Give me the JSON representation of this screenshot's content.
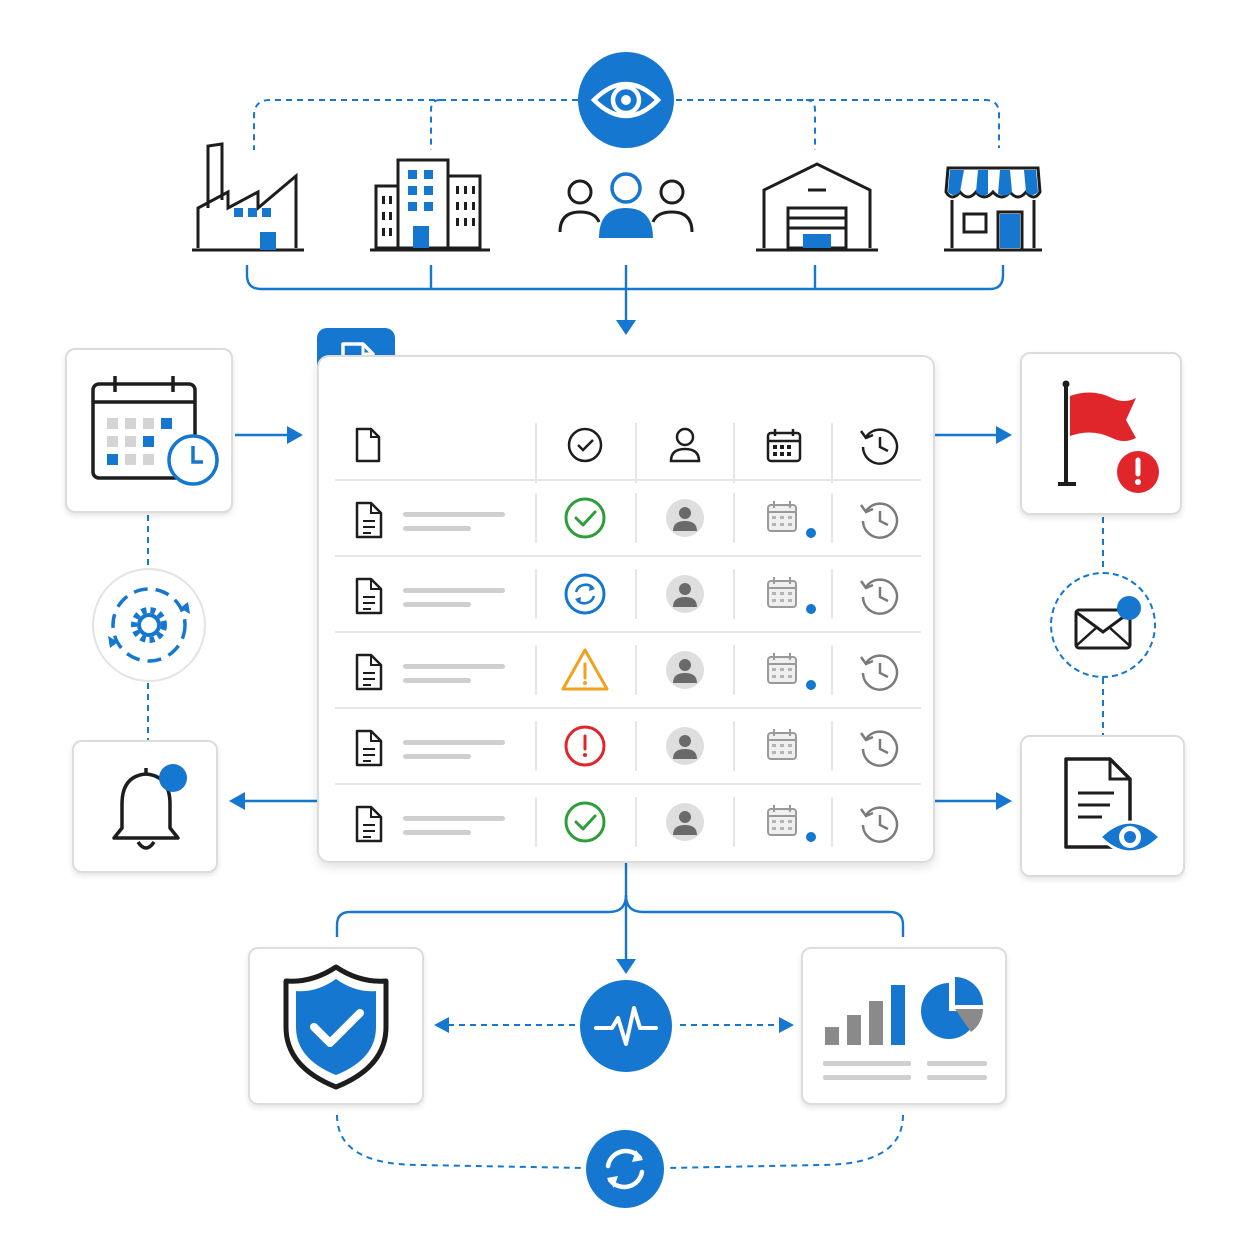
{
  "colors": {
    "accent": "#1577d0",
    "success": "#2e9e3a",
    "warning": "#f0a21a",
    "danger": "#e0262b",
    "line": "#1577d0",
    "muted": "#8a8a8a",
    "divider": "#e6e6e6"
  },
  "sources": [
    {
      "icon": "factory-icon"
    },
    {
      "icon": "office-building-icon"
    },
    {
      "icon": "people-group-icon"
    },
    {
      "icon": "warehouse-icon"
    },
    {
      "icon": "storefront-icon"
    }
  ],
  "hub": {
    "icon": "eye-icon"
  },
  "table": {
    "badge_icon": "document-icon",
    "header_icons": [
      "document-outline-icon",
      "status-check-icon",
      "user-icon",
      "calendar-icon",
      "history-icon"
    ],
    "rows": [
      {
        "status": "approved",
        "status_icon": "check-circle-icon",
        "calendar_dot": true
      },
      {
        "status": "syncing",
        "status_icon": "sync-circle-icon",
        "calendar_dot": true
      },
      {
        "status": "warning",
        "status_icon": "warning-triangle-icon",
        "calendar_dot": true
      },
      {
        "status": "error",
        "status_icon": "error-circle-icon",
        "calendar_dot": false
      },
      {
        "status": "approved",
        "status_icon": "check-circle-icon",
        "calendar_dot": true
      }
    ]
  },
  "left_nodes": [
    {
      "icon": "calendar-clock-icon"
    },
    {
      "icon": "gear-cycle-icon"
    },
    {
      "icon": "bell-icon",
      "badge": true
    }
  ],
  "right_nodes": [
    {
      "icon": "flag-alert-icon"
    },
    {
      "icon": "mail-icon",
      "badge": true
    },
    {
      "icon": "document-review-icon"
    }
  ],
  "bottom_nodes": [
    {
      "icon": "shield-check-icon"
    },
    {
      "icon": "pulse-icon"
    },
    {
      "icon": "analytics-icon"
    },
    {
      "icon": "refresh-icon"
    }
  ]
}
